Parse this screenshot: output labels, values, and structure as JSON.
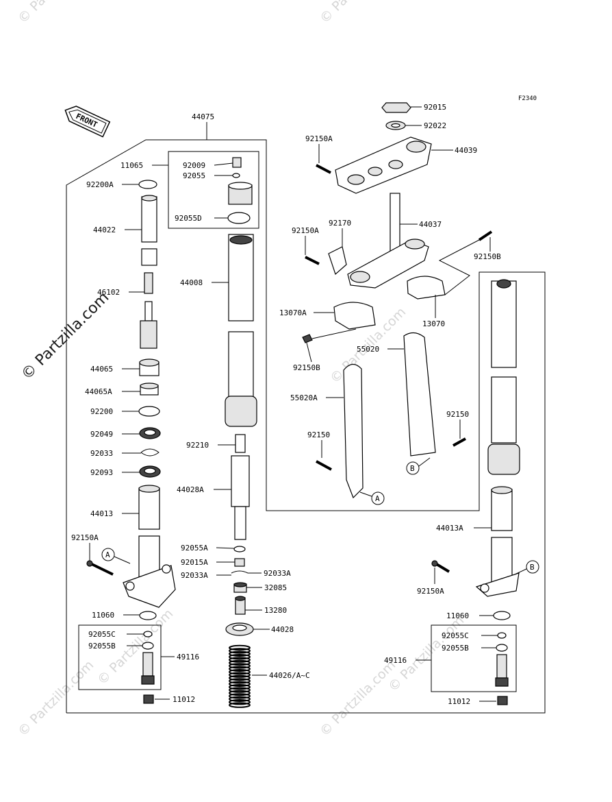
{
  "figure_code": "F2340",
  "front_label": "FRONT",
  "watermarks": {
    "main": "© Partzilla.com",
    "faint": "© Partzilla.com"
  },
  "callout_letters": {
    "a": "A",
    "b": "B"
  },
  "labels": {
    "p44075": "44075",
    "p11065": "11065",
    "p92009": "92009",
    "p92055": "92055",
    "p92055D": "92055D",
    "p92200A": "92200A",
    "p44022": "44022",
    "p46102": "46102",
    "p44065": "44065",
    "p44065A": "44065A",
    "p92200": "92200",
    "p92049": "92049",
    "p92033": "92033",
    "p92093": "92093",
    "p44013": "44013",
    "p92150A_l": "92150A",
    "p11060_l": "11060",
    "p92055C_l": "92055C",
    "p92055B_l": "92055B",
    "p49116_l": "49116",
    "p11012_l": "11012",
    "p44008": "44008",
    "p92210": "92210",
    "p44028A": "44028A",
    "p92055A": "92055A",
    "p92015A": "92015A",
    "p92033A_l": "92033A",
    "p92033A_r": "92033A",
    "p32085": "32085",
    "p13280": "13280",
    "p44028": "44028",
    "p44026": "44026/A~C",
    "p92015": "92015",
    "p92022": "92022",
    "p92150A_t": "92150A",
    "p44039": "44039",
    "p92150A_m": "92150A",
    "p92170": "92170",
    "p44037": "44037",
    "p92150B_r": "92150B",
    "p13070A": "13070A",
    "p13070": "13070",
    "p92150B_m": "92150B",
    "p55020": "55020",
    "p55020A": "55020A",
    "p92150_l": "92150",
    "p92150_r": "92150",
    "p44013A": "44013A",
    "p92150A_r": "92150A",
    "p11060_r": "11060",
    "p92055C_r": "92055C",
    "p92055B_r": "92055B",
    "p49116_r": "49116",
    "p11012_r": "11012"
  }
}
